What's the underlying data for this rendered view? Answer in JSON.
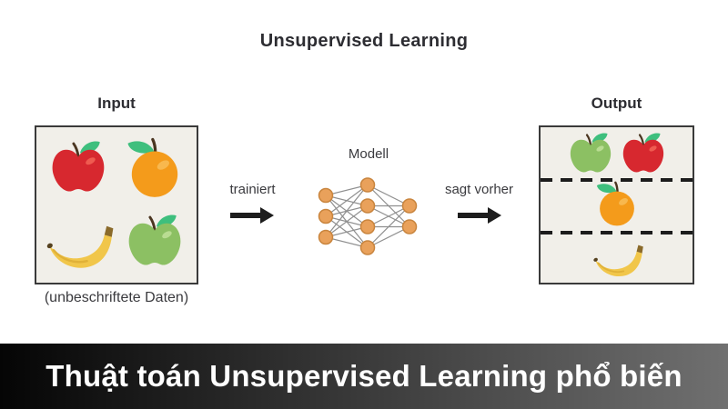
{
  "title": "Unsupervised Learning",
  "input": {
    "label": "Input",
    "caption": "(unbeschriftete Daten)",
    "fruits": [
      "red-apple",
      "orange",
      "banana",
      "green-apple"
    ]
  },
  "model": {
    "label": "Modell",
    "train_label": "trainiert",
    "predict_label": "sagt vorher",
    "network": {
      "layers": [
        3,
        4,
        2
      ],
      "node_color": "#e9a15b",
      "node_border": "#c9853e",
      "edge_color": "#8f8f8f"
    }
  },
  "output": {
    "label": "Output",
    "groups": [
      [
        "green-apple",
        "red-apple"
      ],
      [
        "orange"
      ],
      [
        "banana"
      ]
    ]
  },
  "footer": {
    "text": "Thuật toán Unsupervised Learning phổ biến",
    "gradient_left": "#050505",
    "gradient_right": "#707070"
  },
  "colors": {
    "c-title": "#2d2d32",
    "c-text": "#3a3a3e",
    "c-box-bg": "#f1efe9",
    "c-box-border": "#3a3a3a",
    "c-arrow": "#1d1d1d",
    "c-dash": "#1c1c1c",
    "c-footer-text": "#ffffff",
    "c-red-apple": "#d7282f",
    "c-red-apple-hi": "#ef5b50",
    "c-green-apple": "#8cc063",
    "c-green-apple-hi": "#b9dc92",
    "c-leaf": "#3ebf7d",
    "c-stem": "#4a3520",
    "c-orange": "#f49b1b",
    "c-orange-hi": "#f8b84e",
    "c-banana": "#f1c64a",
    "c-banana-shade": "#e0b138",
    "c-banana-stem": "#8a6a2a",
    "c-banana-tip": "#55411f"
  }
}
